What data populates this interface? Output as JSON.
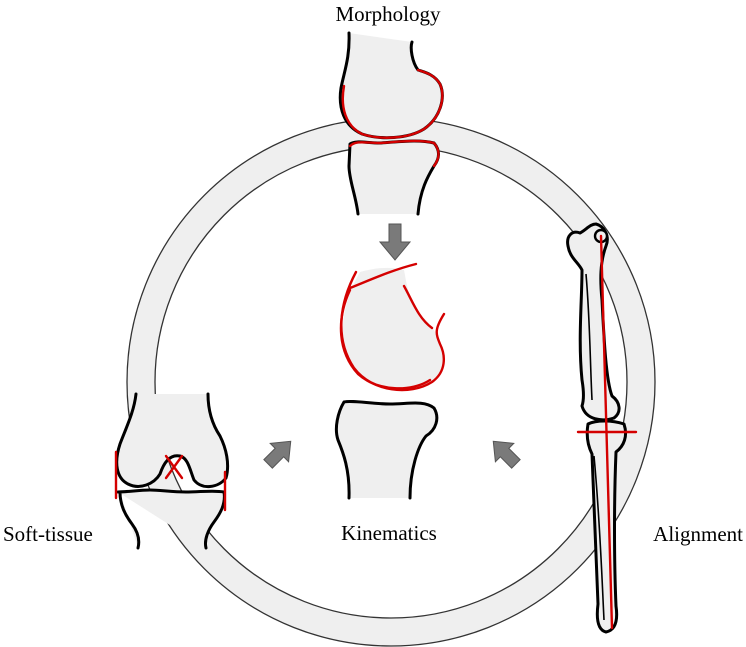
{
  "labels": {
    "top": "Morphology",
    "center": "Kinematics",
    "left": "Soft-tissue",
    "right": "Alignment"
  },
  "colors": {
    "ring_fill": "#efefef",
    "bone_fill": "#efefef",
    "outline": "#000000",
    "highlight": "#d40000",
    "arrow": "#7a7a7a"
  }
}
